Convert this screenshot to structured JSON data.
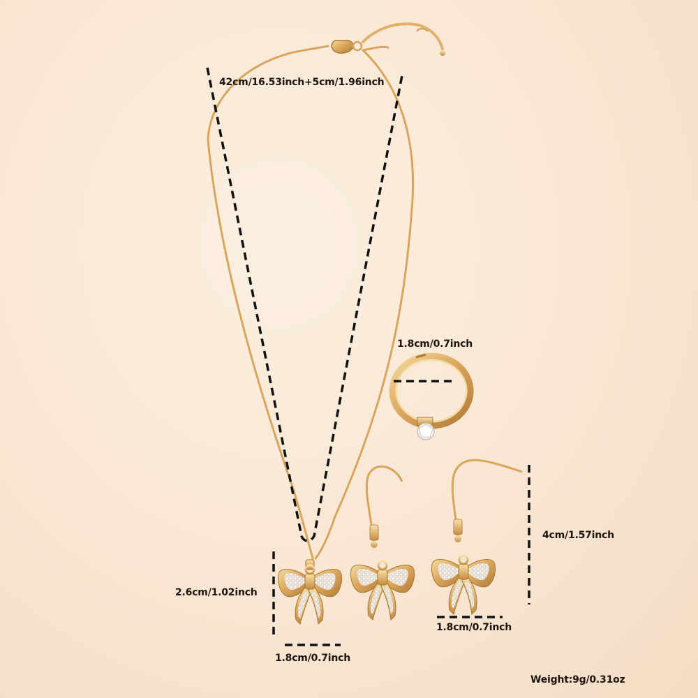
{
  "product": {
    "name": "Bow pendant necklace, ring and earrings jewelry set",
    "colors": {
      "background": "#f9e6d2",
      "gold": "#d9a35a",
      "gold_light": "#f2d08e",
      "gold_dark": "#b07a35",
      "dimension_line": "#111111",
      "text": "#1b140f"
    }
  },
  "dimensions": {
    "necklace_length": "42cm/16.53inch+5cm/1.96inch",
    "ring_diameter": "1.8cm/0.7inch",
    "earring_height": "4cm/1.57inch",
    "pendant_height": "2.6cm/1.02inch",
    "pendant_width": "1.8cm/0.7inch",
    "earring_width": "1.8cm/0.7inch",
    "weight": "Weight:9g/0.31oz"
  },
  "items": [
    {
      "name": "necklace",
      "icon": "bow-pendant-necklace"
    },
    {
      "name": "ring",
      "icon": "solitaire-ring"
    },
    {
      "name": "earring-left",
      "icon": "bow-drop-earring"
    },
    {
      "name": "earring-right",
      "icon": "bow-drop-earring"
    }
  ]
}
